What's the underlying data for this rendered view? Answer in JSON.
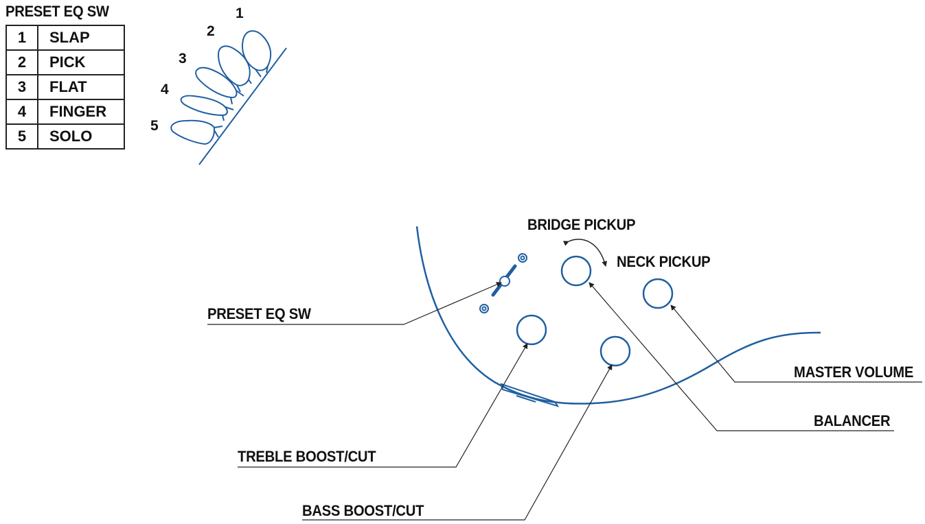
{
  "table": {
    "title": "PRESET EQ SW",
    "rows": [
      {
        "num": "1",
        "name": "SLAP"
      },
      {
        "num": "2",
        "name": "PICK"
      },
      {
        "num": "3",
        "name": "FLAT"
      },
      {
        "num": "4",
        "name": "FINGER"
      },
      {
        "num": "5",
        "name": "SOLO"
      }
    ]
  },
  "switch_positions": [
    "1",
    "2",
    "3",
    "4",
    "5"
  ],
  "labels": {
    "bridge_pickup": "BRIDGE PICKUP",
    "neck_pickup": "NECK PICKUP",
    "preset_eq_sw": "PRESET EQ SW",
    "master_volume": "MASTER VOLUME",
    "balancer": "BALANCER",
    "treble": "TREBLE BOOST/CUT",
    "bass": "BASS BOOST/CUT"
  },
  "colors": {
    "line_blue": "#1f5fa0",
    "leader": "#222222"
  }
}
